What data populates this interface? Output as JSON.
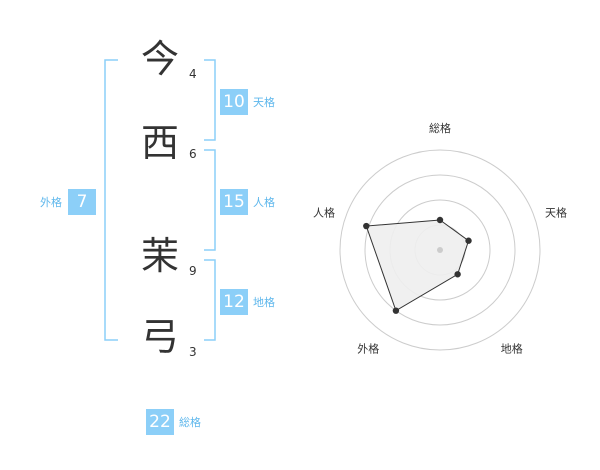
{
  "name": {
    "characters": [
      {
        "char": "今",
        "strokes": "4"
      },
      {
        "char": "西",
        "strokes": "6"
      },
      {
        "char": "茉",
        "strokes": "9"
      },
      {
        "char": "弓",
        "strokes": "3"
      }
    ]
  },
  "scores": {
    "tenkaku": {
      "value": "10",
      "label": "天格"
    },
    "jinkaku": {
      "value": "15",
      "label": "人格"
    },
    "chikaku": {
      "value": "12",
      "label": "地格"
    },
    "gaikaku": {
      "value": "7",
      "label": "外格"
    },
    "soukaku": {
      "value": "22",
      "label": "総格"
    }
  },
  "chart_data": {
    "type": "radar",
    "axes": [
      "総格",
      "天格",
      "地格",
      "外格",
      "人格"
    ],
    "values": [
      1.2,
      1.2,
      1.2,
      3.0,
      3.1
    ],
    "rmax": 4
  },
  "colors": {
    "accent": "#8ccff8",
    "label": "#5eb7ec",
    "bracket": "#8ccff8",
    "ring": "#cccccc",
    "fill": "#eeeeee",
    "line": "#333333"
  }
}
